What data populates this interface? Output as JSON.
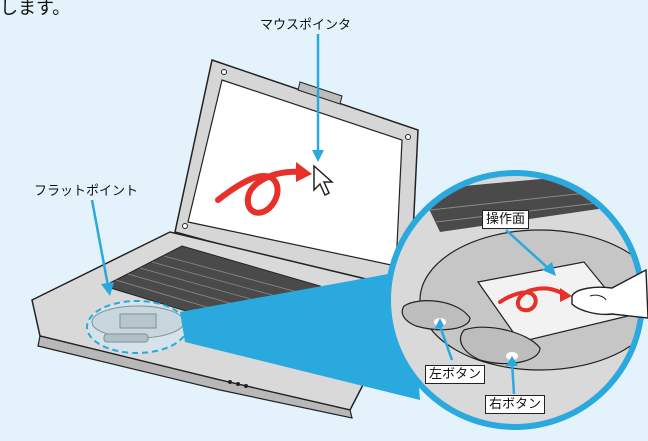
{
  "intro_text": "します。",
  "labels": {
    "mouse_pointer": "マウスポインタ",
    "flat_point": "フラットポイント",
    "operation_surface": "操作面",
    "left_button": "左ボタン",
    "right_button": "右ボタン"
  },
  "colors": {
    "background": "#e4f3fb",
    "callout_blue": "#29a9dd",
    "cursor_stroke_red": "#e8302a",
    "laptop_body": "#d9d9d9",
    "screen": "#ffffff"
  },
  "icons": [
    "arrow-cursor-icon",
    "finger-hand-icon"
  ]
}
